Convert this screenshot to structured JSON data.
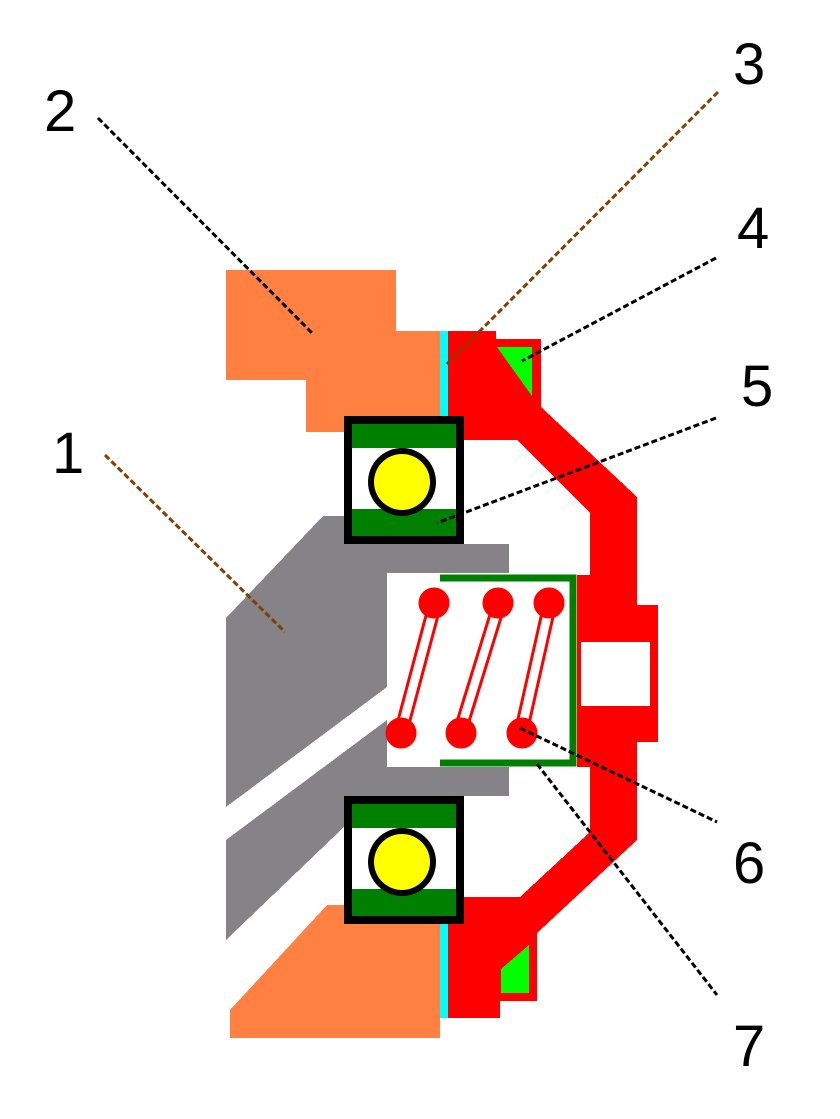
{
  "labels": [
    "1",
    "2",
    "3",
    "4",
    "5",
    "6",
    "7"
  ],
  "colors": {
    "housing": "#ff8040",
    "shaft": "#858387",
    "rotor": "#ff0000",
    "seal": "#00ff00",
    "shim": "#00ffff",
    "bearing_race": "#008000",
    "ball": "#ffff00",
    "spring": "#ff0000"
  }
}
